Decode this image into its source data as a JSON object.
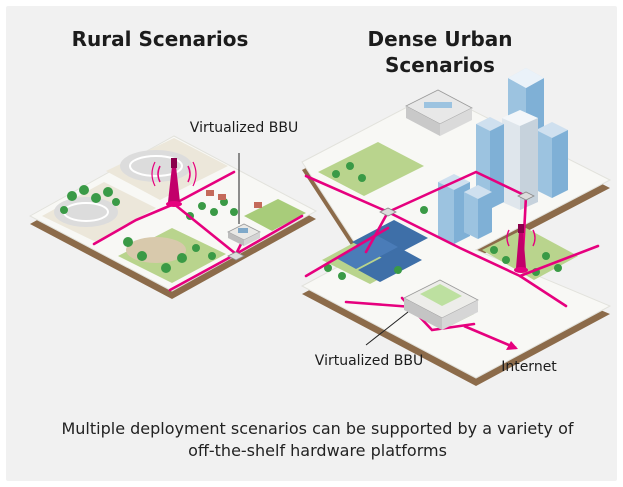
{
  "titles": {
    "rural": "Rural Scenarios",
    "urban": "Dense Urban Scenarios"
  },
  "callouts": {
    "bbu_rural": "Virtualized BBU",
    "bbu_urban": "Virtualized BBU",
    "internet": "Internet"
  },
  "caption": "Multiple deployment scenarios can be supported by a variety of off-the-shelf hardware platforms",
  "colors": {
    "link": "#e6007e",
    "tile": "#f7f7f4",
    "tile_side": "#9c7a55",
    "grass": "#b9d48d",
    "field": "#d9cdb4",
    "building": "#9cc3e0",
    "tree": "#3a9a46"
  }
}
